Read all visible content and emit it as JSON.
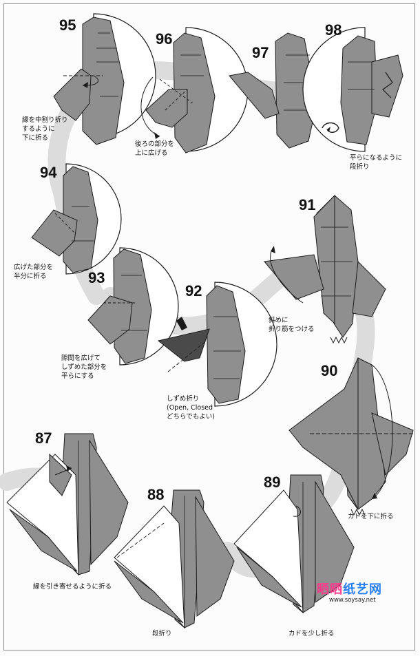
{
  "steps": [
    {
      "id": "95",
      "number": "95",
      "caption": [
        "縁を中割り折り",
        "するように",
        "下に折る"
      ]
    },
    {
      "id": "96",
      "number": "96",
      "caption": [
        "後ろの部分を",
        "上に広げる"
      ]
    },
    {
      "id": "97",
      "number": "97",
      "caption": []
    },
    {
      "id": "98",
      "number": "98",
      "caption": [
        "平らになるように",
        "段折り"
      ]
    },
    {
      "id": "94",
      "number": "94",
      "caption": [
        "広げた部分を",
        "半分に折る"
      ]
    },
    {
      "id": "91",
      "number": "91",
      "caption": [
        "斜めに",
        "折り筋をつける"
      ]
    },
    {
      "id": "93",
      "number": "93",
      "caption": [
        "隙間を広げて",
        "しずめた部分を",
        "平らにする"
      ]
    },
    {
      "id": "92",
      "number": "92",
      "caption": [
        "しずめ折り",
        "(Open, Closed",
        "どちらでもよい)"
      ]
    },
    {
      "id": "90",
      "number": "90",
      "caption": [
        "カドを下に折る"
      ]
    },
    {
      "id": "87",
      "number": "87",
      "caption": [
        "縁を引き寄せるように折る"
      ]
    },
    {
      "id": "88",
      "number": "88",
      "caption": [
        "段折り"
      ]
    },
    {
      "id": "89",
      "number": "89",
      "caption": [
        "カドを少し折る"
      ]
    }
  ],
  "watermark": {
    "title_a": "晒晒",
    "title_b": "纸艺网",
    "url": "www.soysay.net"
  },
  "colors": {
    "paper_gray": "#8f8f8f",
    "paper_dark": "#4a4a4a",
    "path_band": "#dcdcdc",
    "line": "#1a1a1a"
  },
  "icons": [
    "turn-over-icon",
    "push-arrow-icon"
  ]
}
